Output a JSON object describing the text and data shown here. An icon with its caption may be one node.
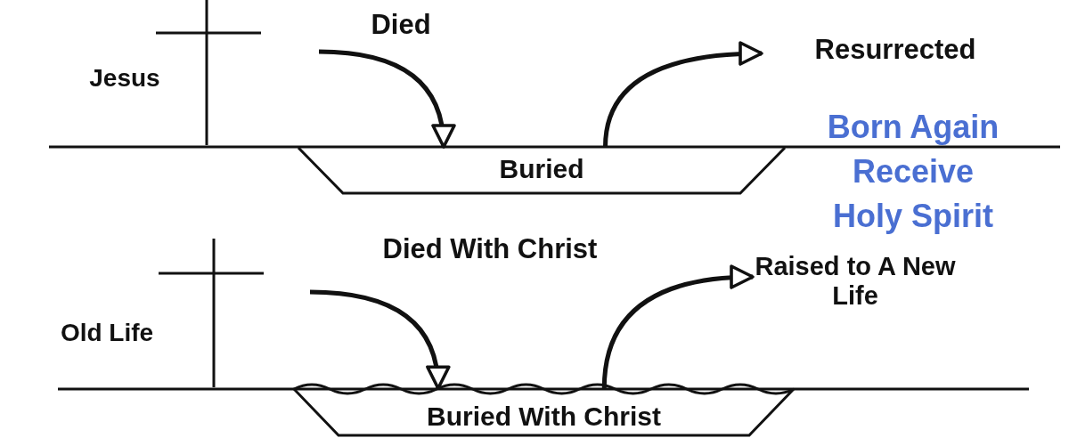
{
  "diagram": {
    "nodes": [
      {
        "text": [
          "Buried"
        ]
      },
      {
        "text": [
          "Resurrected"
        ]
      },
      {
        "text": [
          "Buried With Christ"
        ]
      },
      {
        "text": [
          "Raised to A New Life"
        ]
      }
    ],
    "edges": [
      {
        "from": null,
        "to": 0,
        "arrow": "to",
        "label": "Died"
      },
      {
        "from": 0,
        "to": 1,
        "arrow": "to"
      },
      {
        "from": null,
        "to": 2,
        "arrow": "to",
        "label": "Died With Christ"
      },
      {
        "from": 2,
        "to": 3,
        "arrow": "to"
      }
    ],
    "labels": [
      "Jesus",
      "Born Again",
      "Receive",
      "Holy Spirit",
      "Old Life"
    ]
  }
}
